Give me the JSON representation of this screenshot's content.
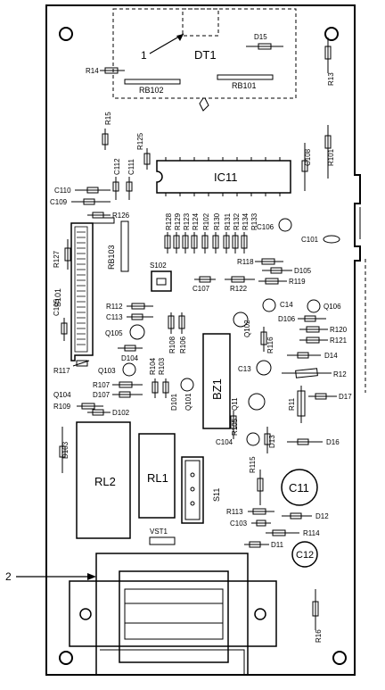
{
  "callouts": [
    "1",
    "2"
  ],
  "blocks": {
    "dt1": "DT1",
    "ic11": "IC11",
    "bz1": "BZ1",
    "rl1": "RL1",
    "rl2": "RL2",
    "c11": "C11",
    "c12": "C12",
    "s101": "S101",
    "s102": "S102",
    "s11": "S11",
    "rb101": "RB101",
    "rb102": "RB102",
    "rb103": "RB103",
    "vst1": "VST1"
  },
  "labels": {
    "d15": "D15",
    "r14": "R14",
    "r13": "R13",
    "r15": "R15",
    "r125": "R125",
    "c112": "C112",
    "c111": "C111",
    "c108": "C108",
    "r101": "R101",
    "c110": "C110",
    "c109": "C109",
    "r126": "R126",
    "r128": "R128",
    "r129": "R129",
    "r123": "R123",
    "r124": "R124",
    "r122b": "R122",
    "r102": "R102",
    "r130": "R130",
    "r131": "R131",
    "r132": "R132",
    "r134": "R134",
    "r133": "R133",
    "c106": "C106",
    "c101": "C101",
    "r127": "R127",
    "r118": "R118",
    "d105": "D105",
    "c107": "C107",
    "r122": "R122",
    "r119": "R119",
    "c105": "C105",
    "r112": "R112",
    "c113": "C113",
    "c14": "C14",
    "q106": "Q106",
    "d106": "D106",
    "q102": "Q102",
    "r120": "R120",
    "r121": "R121",
    "q105": "Q105",
    "r116": "R116",
    "d14": "D14",
    "r108": "R108",
    "r106": "R106",
    "d104": "D104",
    "c13": "C13",
    "r12": "R12",
    "r117": "R117",
    "q103": "Q103",
    "r104": "R104",
    "r103": "R103",
    "r107": "R107",
    "d101": "D101",
    "q104": "Q104",
    "d107": "D107",
    "q101": "Q101",
    "r11": "R11",
    "d17": "D17",
    "q11": "Q11",
    "r109": "R109",
    "d102": "D102",
    "r105": "R105",
    "d103": "D103",
    "c104": "C104",
    "d13": "D13",
    "d16": "D16",
    "r115": "R115",
    "r113": "R113",
    "d12": "D12",
    "c103": "C103",
    "r114": "R114",
    "d11": "D11",
    "r16": "R16"
  }
}
